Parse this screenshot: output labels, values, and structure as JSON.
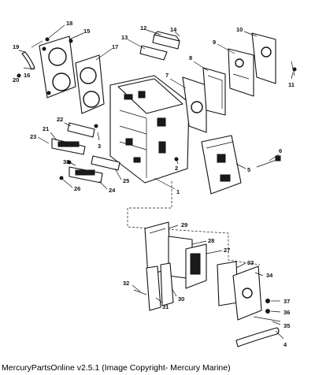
{
  "callouts": [
    "1",
    "2",
    "3",
    "4",
    "5",
    "6",
    "7",
    "8",
    "9",
    "10",
    "11",
    "12",
    "13",
    "14",
    "15",
    "16",
    "17",
    "18",
    "19",
    "20",
    "21",
    "22",
    "23",
    "24",
    "25",
    "26",
    "27",
    "28",
    "29",
    "30",
    "31",
    "32",
    "33",
    "34",
    "35",
    "36",
    "37",
    "38"
  ],
  "footer": "MercuryPartsOnline v2.5.1 (Image Copyright- Mercury Marine)"
}
